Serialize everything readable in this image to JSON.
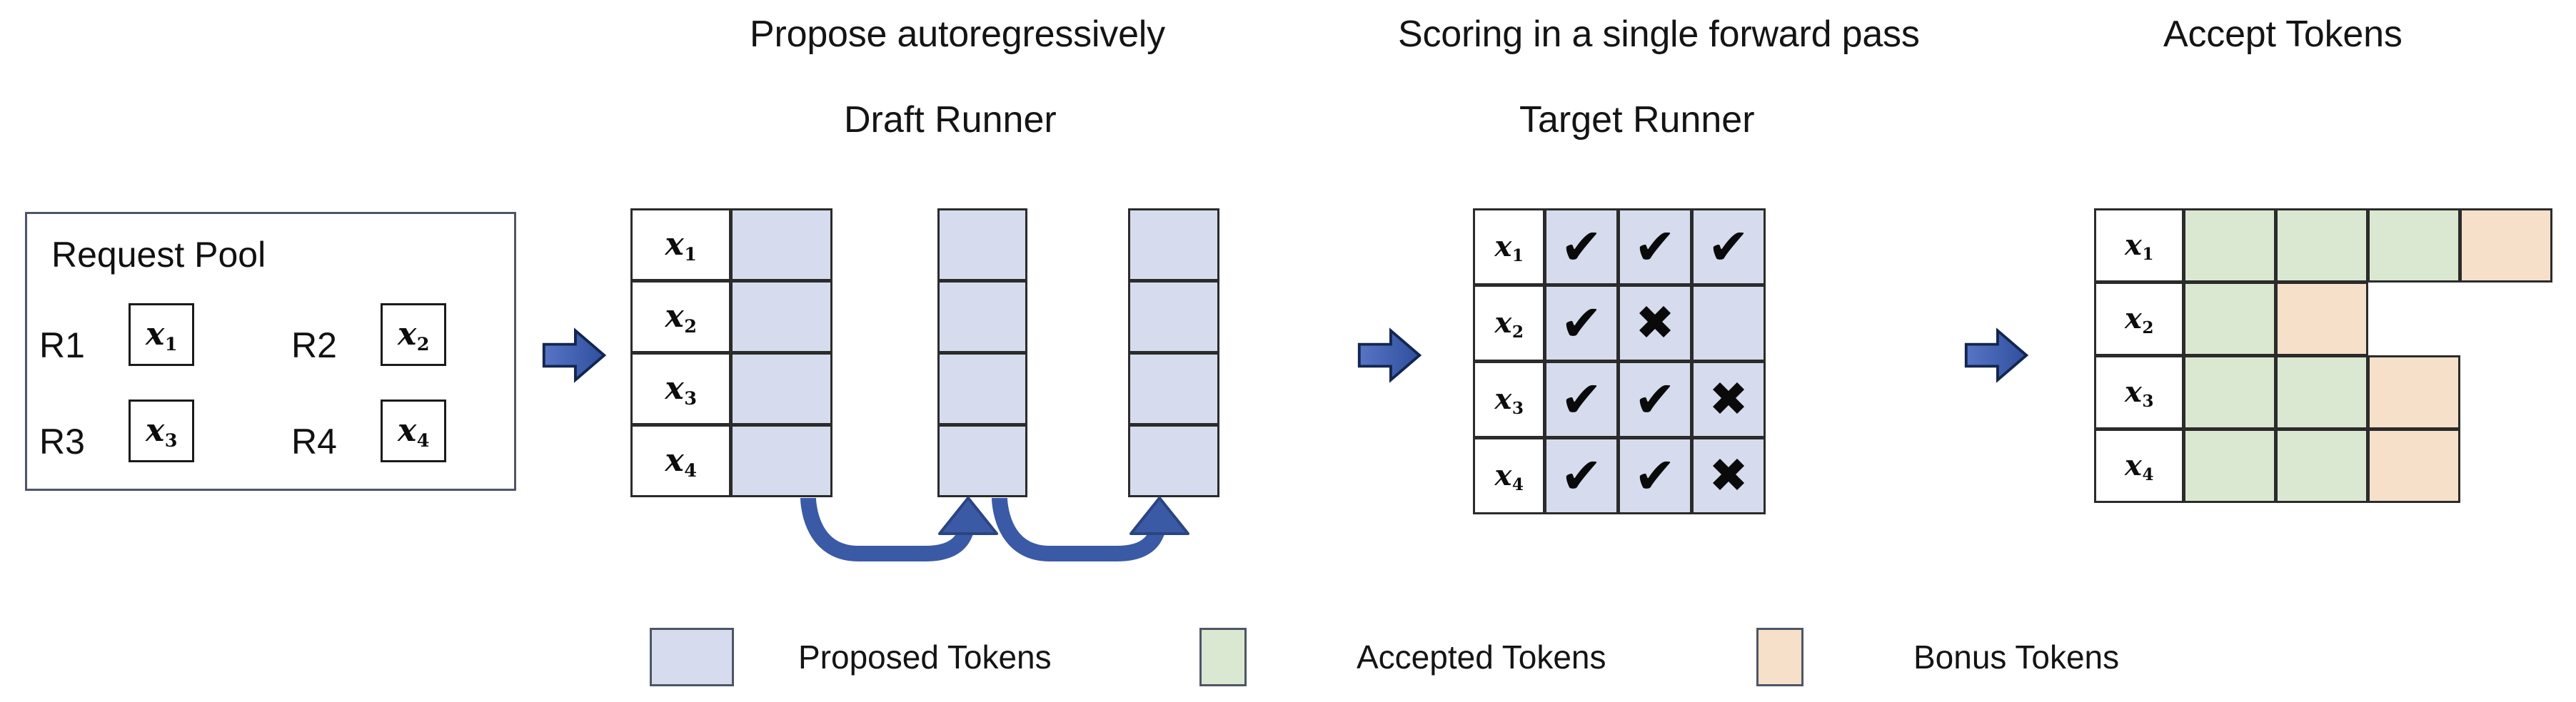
{
  "headings": {
    "propose": "Propose autoregressively",
    "draft_runner": "Draft Runner",
    "scoring": "Scoring in a single forward pass",
    "target_runner": "Target Runner",
    "accept": "Accept Tokens"
  },
  "request_pool": {
    "title": "Request Pool",
    "requests": [
      {
        "tag": "R1",
        "token": "x",
        "index": "1"
      },
      {
        "tag": "R2",
        "token": "x",
        "index": "2"
      },
      {
        "tag": "R3",
        "token": "x",
        "index": "3"
      },
      {
        "tag": "R4",
        "token": "x",
        "index": "4"
      }
    ]
  },
  "draft_runner": {
    "row_labels": [
      {
        "token": "x",
        "index": "1"
      },
      {
        "token": "x",
        "index": "2"
      },
      {
        "token": "x",
        "index": "3"
      },
      {
        "token": "x",
        "index": "4"
      }
    ],
    "steps": 3,
    "cell_fill": "proposed",
    "loop_arrow_count": 2
  },
  "target_runner": {
    "row_labels": [
      {
        "token": "x",
        "index": "1"
      },
      {
        "token": "x",
        "index": "2"
      },
      {
        "token": "x",
        "index": "3"
      },
      {
        "token": "x",
        "index": "4"
      }
    ],
    "marks": [
      [
        "check",
        "check",
        "check"
      ],
      [
        "check",
        "cross",
        "none"
      ],
      [
        "check",
        "check",
        "cross"
      ],
      [
        "check",
        "check",
        "cross"
      ]
    ],
    "glyphs": {
      "check": "✔",
      "cross": "✖"
    }
  },
  "accept_tokens": {
    "row_labels": [
      {
        "token": "x",
        "index": "1"
      },
      {
        "token": "x",
        "index": "2"
      },
      {
        "token": "x",
        "index": "3"
      },
      {
        "token": "x",
        "index": "4"
      }
    ],
    "rows": [
      [
        "accepted",
        "accepted",
        "accepted",
        "bonus"
      ],
      [
        "accepted",
        "bonus"
      ],
      [
        "accepted",
        "accepted",
        "bonus"
      ],
      [
        "accepted",
        "accepted",
        "bonus"
      ]
    ]
  },
  "legend": [
    {
      "label": "Proposed Tokens",
      "color": "#d6dced"
    },
    {
      "label": "Accepted Tokens",
      "color": "#dbe8d1"
    },
    {
      "label": "Bonus Tokens",
      "color": "#f7e0ca"
    }
  ],
  "colors": {
    "proposed": "#d6dced",
    "accepted": "#dbe8d1",
    "bonus": "#f7e0ca",
    "arrow_blue": "#3b5aa6",
    "arrow_blue_dark": "#1f3c7a",
    "outline": "#2b2b2b",
    "box_outline": "#4c5667",
    "background": "#ffffff"
  }
}
